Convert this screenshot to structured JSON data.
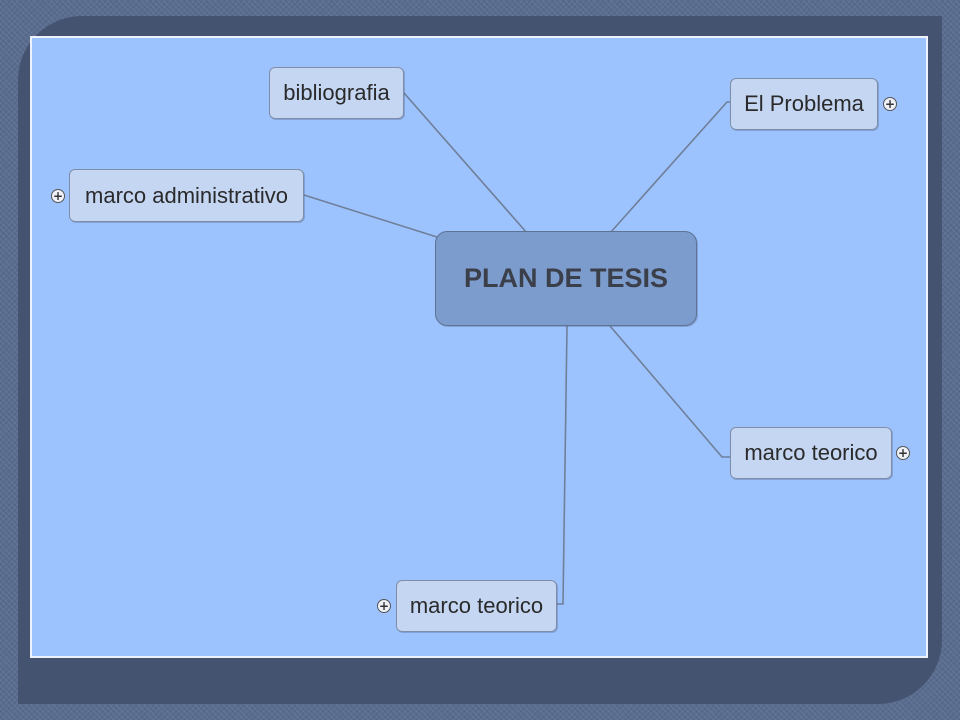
{
  "diagram": {
    "central": {
      "label": "PLAN DE TESIS"
    },
    "nodes": {
      "bibliografia": {
        "label": "bibliografia"
      },
      "el_problema": {
        "label": "El Problema"
      },
      "marco_administrativo": {
        "label": "marco administrativo"
      },
      "marco_teorico_right": {
        "label": "marco teorico"
      },
      "marco_teorico_bottom": {
        "label": "marco teorico"
      }
    },
    "expand_symbol": "+"
  },
  "colors": {
    "background": "#9dc3ff",
    "node_fill": "#c5d6f3",
    "central_fill": "#7d9cce",
    "connector": "#6f7f98",
    "panel": "#44536f"
  },
  "icons": [
    "expand-icon"
  ]
}
